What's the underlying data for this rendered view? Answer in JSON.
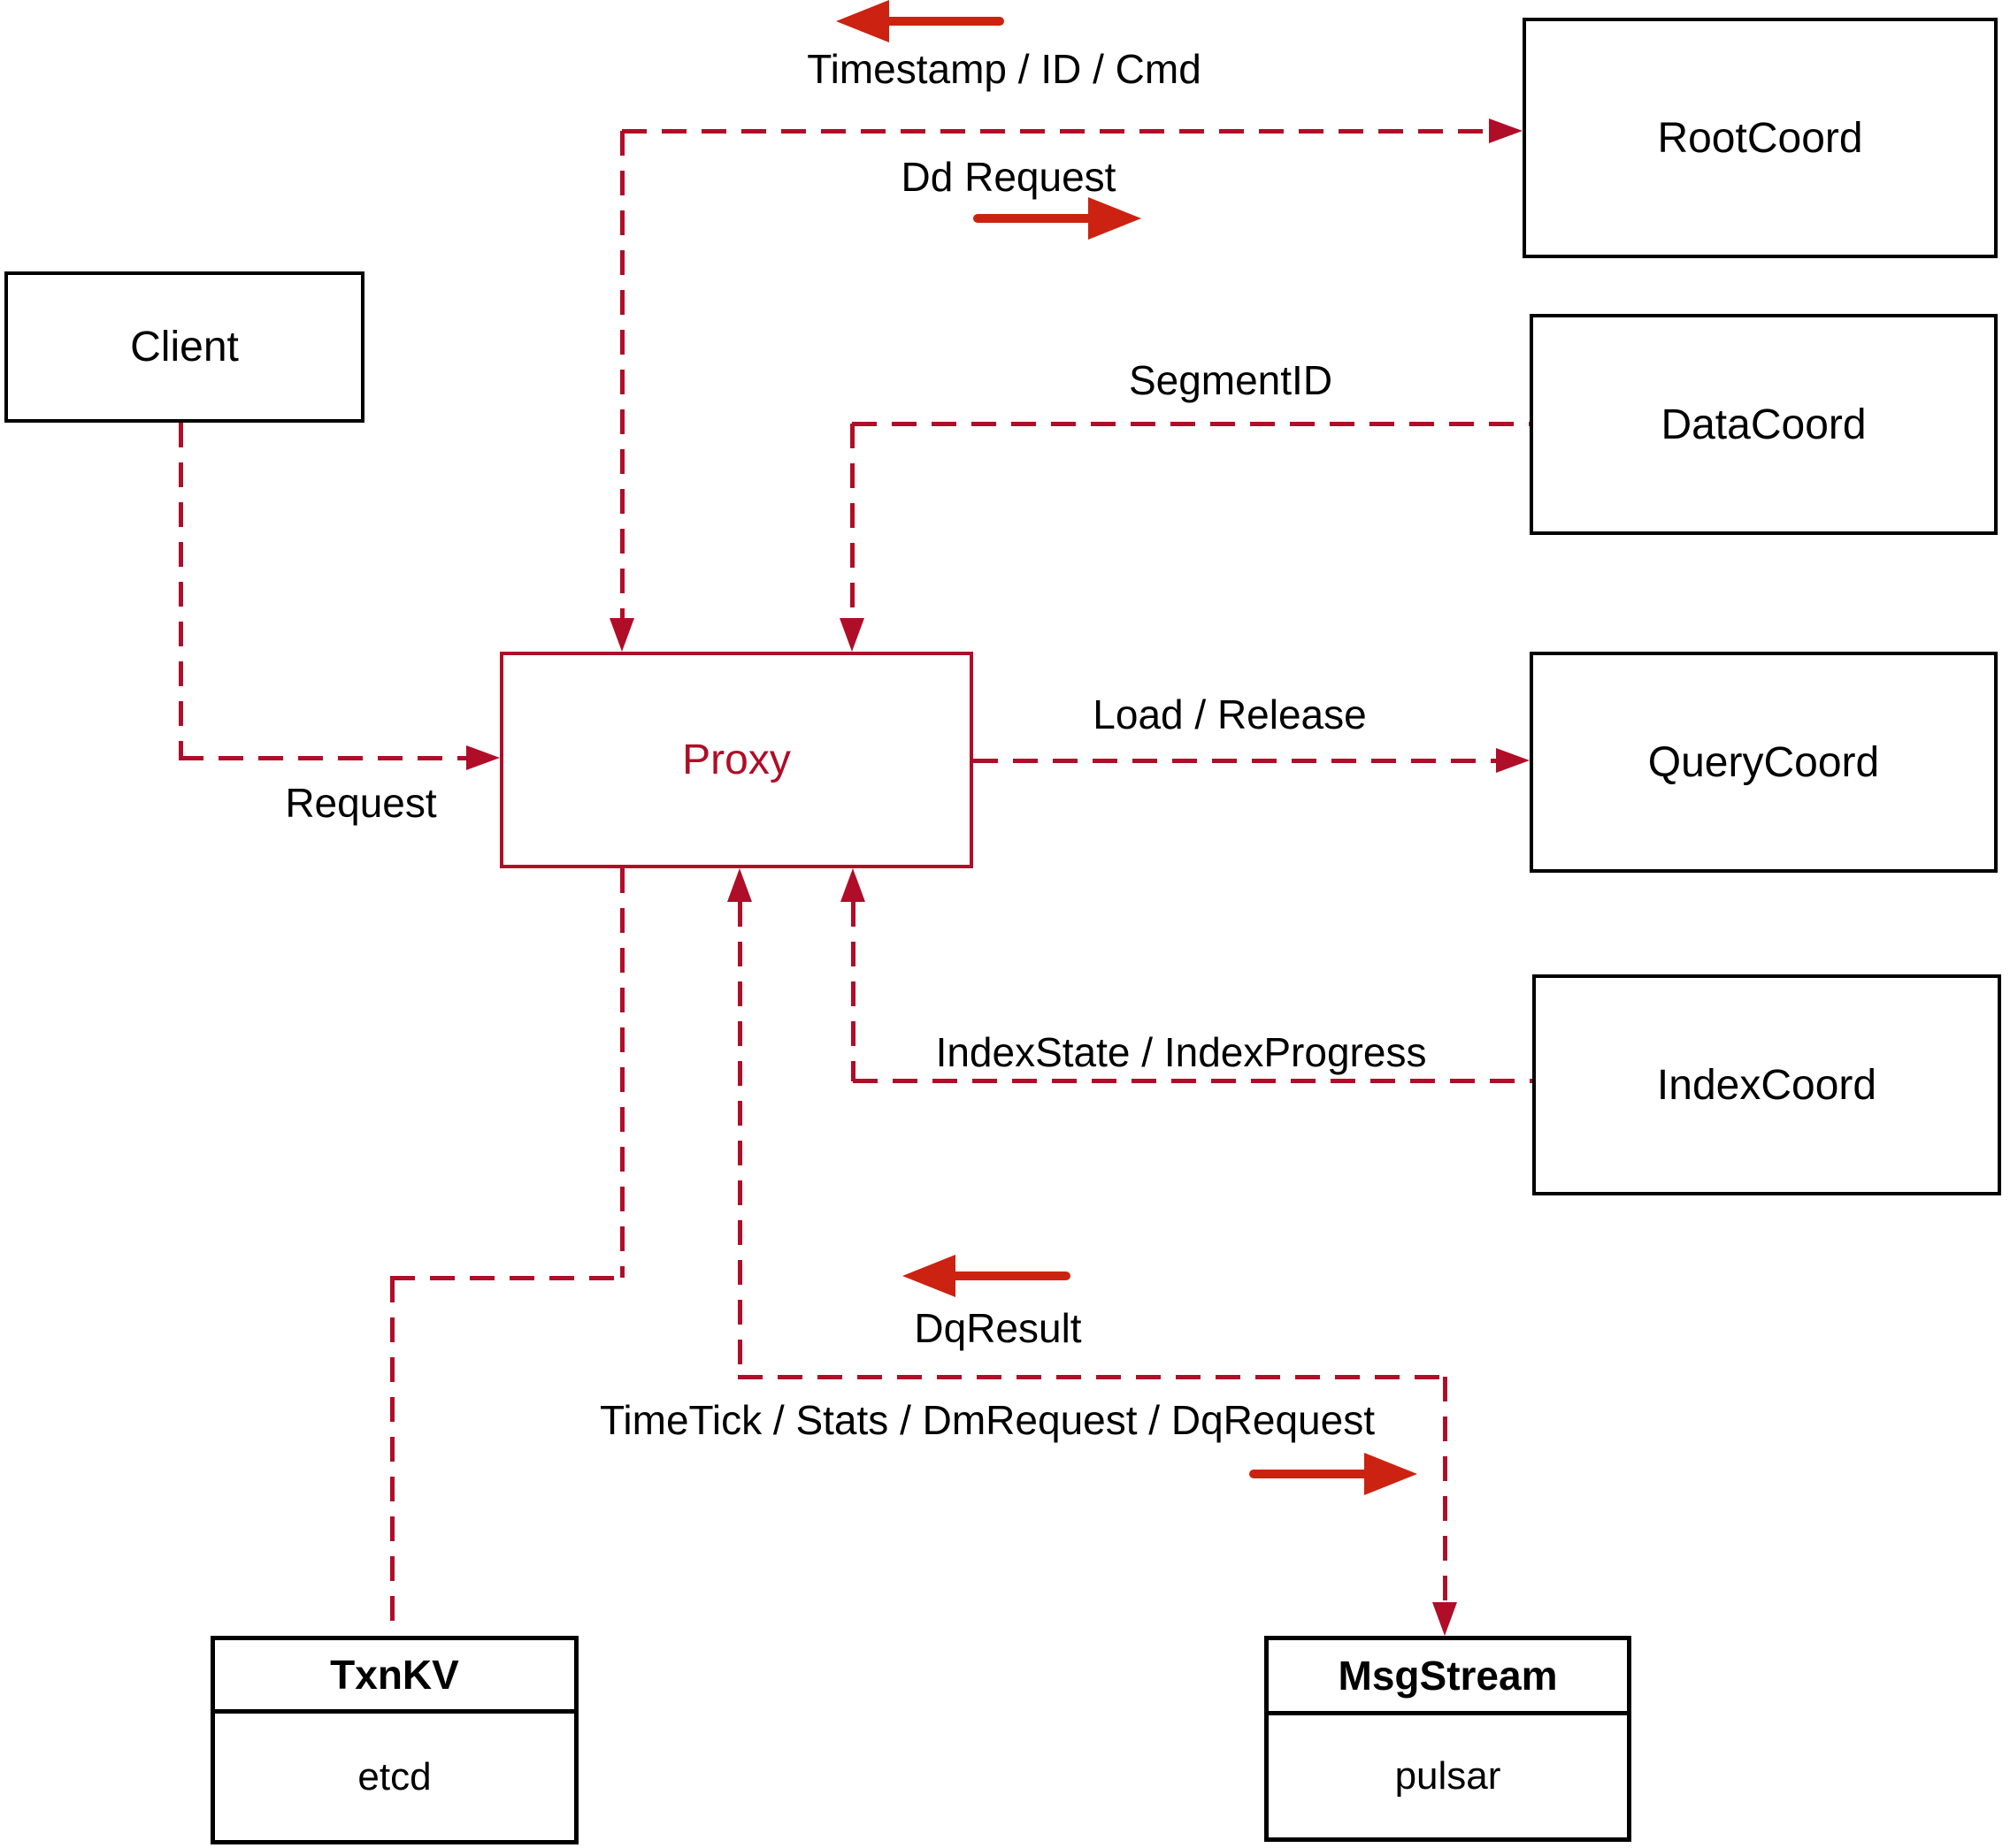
{
  "colors": {
    "line": "#b00d28",
    "arrow": "#cc2211",
    "box_border": "#000000",
    "background": "#ffffff",
    "text": "#000000"
  },
  "nodes": {
    "client": {
      "label": "Client"
    },
    "root_coord": {
      "label": "RootCoord"
    },
    "data_coord": {
      "label": "DataCoord"
    },
    "query_coord": {
      "label": "QueryCoord"
    },
    "index_coord": {
      "label": "IndexCoord"
    },
    "proxy": {
      "label": "Proxy"
    },
    "txn_kv": {
      "title": "TxnKV",
      "tech": "etcd"
    },
    "msg_stream": {
      "title": "MsgStream",
      "tech": "pulsar"
    }
  },
  "edges": {
    "proxy_rootcoord": {
      "label_return": "Timestamp / ID / Cmd",
      "label_send": "Dd Request"
    },
    "datacoord_proxy": {
      "label": "SegmentID"
    },
    "client_proxy": {
      "label": "Request"
    },
    "proxy_querycoord": {
      "label": "Load / Release"
    },
    "indexcoord_proxy": {
      "label": "IndexState / IndexProgress"
    },
    "proxy_msgstream": {
      "label_return": "DqResult",
      "label_send": "TimeTick / Stats / DmRequest / DqRequest"
    }
  }
}
